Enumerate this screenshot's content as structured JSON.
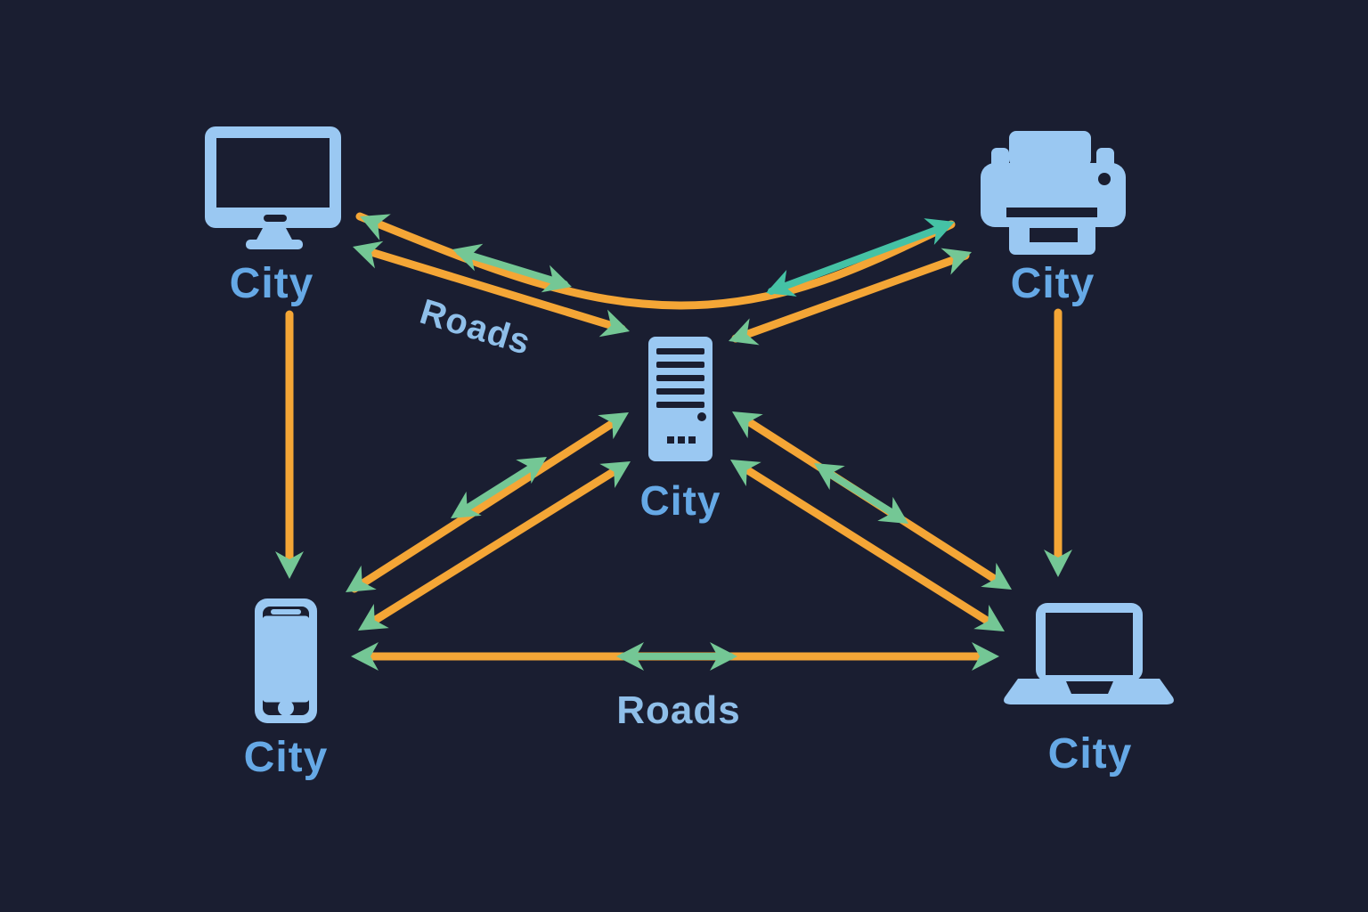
{
  "diagram": {
    "description": "Network analogy diagram: devices are cities, connections are roads",
    "nodes": [
      {
        "position": "top-left",
        "icon": "desktop-computer-icon",
        "label": "City"
      },
      {
        "position": "top-right",
        "icon": "printer-icon",
        "label": "City"
      },
      {
        "position": "center",
        "icon": "server-tower-icon",
        "label": "City"
      },
      {
        "position": "bottom-left",
        "icon": "smartphone-icon",
        "label": "City"
      },
      {
        "position": "bottom-right",
        "icon": "laptop-icon",
        "label": "City"
      }
    ],
    "edge_labels": [
      {
        "position": "upper-left-road",
        "text": "Roads"
      },
      {
        "position": "bottom-center-road",
        "text": "Roads"
      }
    ],
    "colors": {
      "background": "#1a1e31",
      "device_icon": "#9ac8f2",
      "city_label": "#66a9e6",
      "roads_label": "#8fbfe9",
      "road_line": "#f4a636",
      "arrowhead_green": "#74c795",
      "arrowhead_teal": "#45c2a5"
    }
  }
}
